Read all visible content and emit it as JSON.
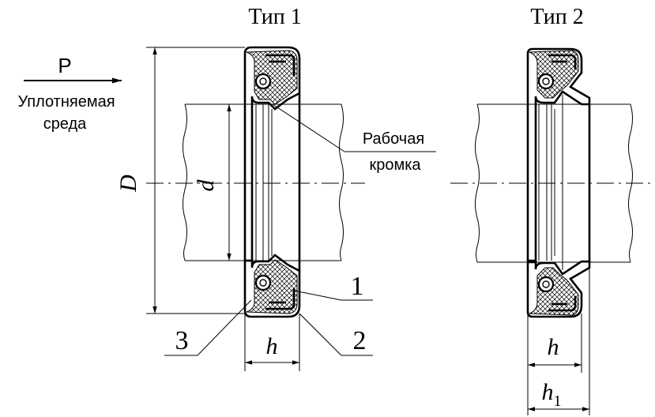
{
  "titles": {
    "type1": "Тип 1",
    "type2": "Тип 2"
  },
  "pressure": {
    "label": "P",
    "medium_line1": "Уплотняемая",
    "medium_line2": "среда"
  },
  "lip_label": {
    "line1": "Рабочая",
    "line2": "кромка"
  },
  "dimensions": {
    "outer_diameter": "D",
    "inner_diameter": "d",
    "width": "h",
    "width1": "h",
    "width1_sub": "1"
  },
  "callouts": {
    "c1": "1",
    "c2": "2",
    "c3": "3"
  }
}
